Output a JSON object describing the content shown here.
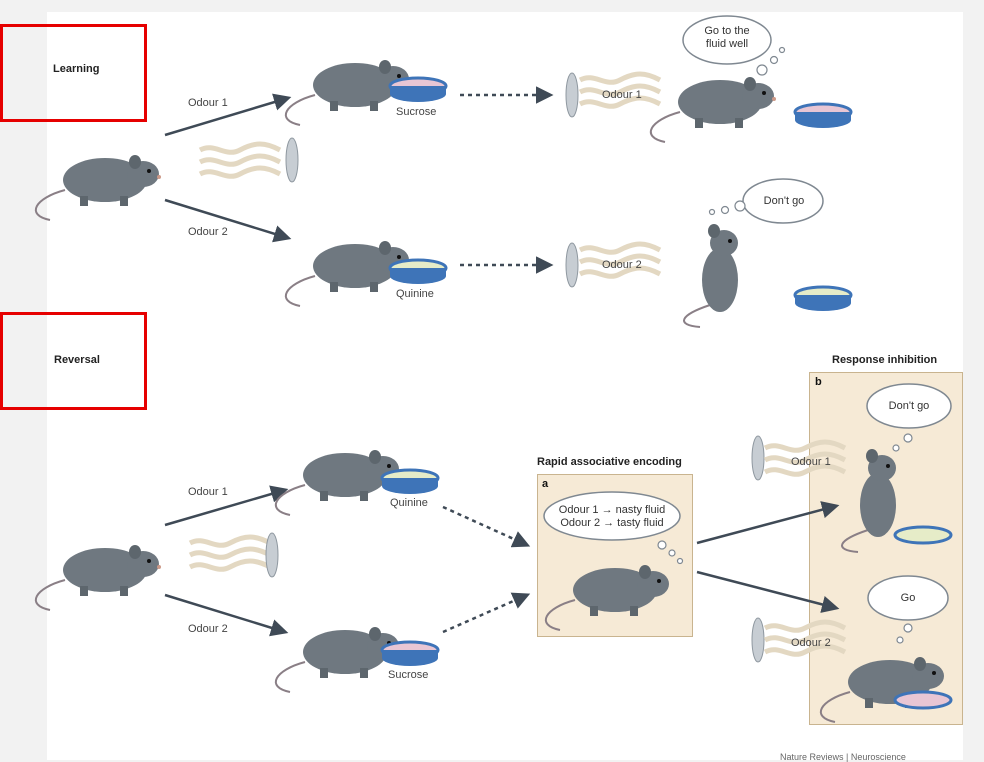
{
  "sections": {
    "learning": "Learning",
    "reversal": "Reversal"
  },
  "learning": {
    "odour1": "Odour 1",
    "odour2": "Odour 2",
    "sucrose": "Sucrose",
    "quinine": "Quinine",
    "odour1_tube": "Odour 1",
    "odour2_tube": "Odour 2",
    "thought_go_line1": "Go to the",
    "thought_go_line2": "fluid well",
    "thought_dont": "Don't go"
  },
  "reversal": {
    "odour1": "Odour 1",
    "odour2": "Odour 2",
    "quinine": "Quinine",
    "sucrose": "Sucrose",
    "panel_a_title": "Rapid associative encoding",
    "panel_a_letter": "a",
    "assoc_line1": "Odour 1 → nasty fluid",
    "assoc_line2": "Odour 2 → tasty fluid",
    "panel_b_title": "Response inhibition",
    "panel_b_letter": "b",
    "odour1_tube": "Odour 1",
    "odour2_tube": "Odour 2",
    "thought_dont": "Don't go",
    "thought_go": "Go"
  },
  "footer": "Nature Reviews | Neuroscience",
  "colors": {
    "rat": "#6f7880",
    "rat_dark": "#4d555c",
    "arrow": "#3f4a56",
    "highlight": "#e60000",
    "panel": "#f6ead6",
    "sucrose": "#e8c6d4",
    "quinine": "#e6ecc8",
    "dish": "#3e74b8"
  }
}
